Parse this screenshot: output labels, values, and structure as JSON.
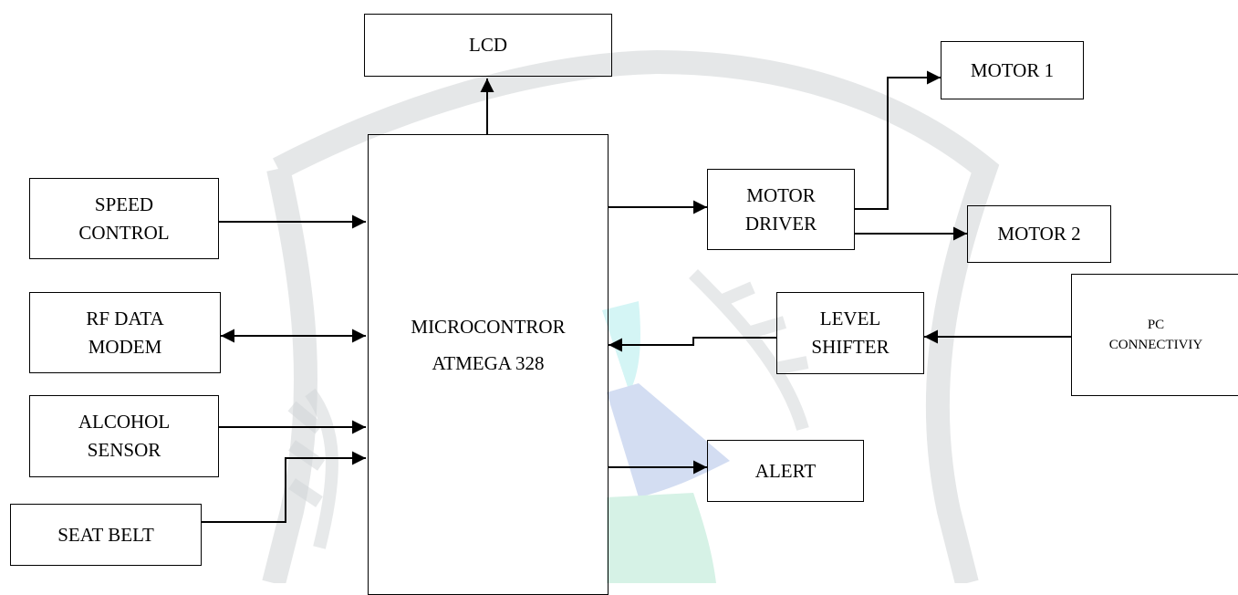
{
  "blocks": {
    "lcd": [
      "LCD"
    ],
    "motor1": [
      "MOTOR 1"
    ],
    "motor_driver": [
      "MOTOR",
      "DRIVER"
    ],
    "motor2": [
      "MOTOR 2"
    ],
    "speed_control": [
      "SPEED",
      "CONTROL"
    ],
    "rf_modem": [
      "RF DATA",
      "MODEM"
    ],
    "alcohol_sensor": [
      "ALCOHOL",
      "SENSOR"
    ],
    "seat_belt": [
      "SEAT BELT"
    ],
    "microcontroller": [
      "MICROCONTROR",
      "ATMEGA 328"
    ],
    "level_shifter": [
      "LEVEL",
      "SHIFTER"
    ],
    "pc_connectivity": [
      "PC",
      "CONNECTIVIY"
    ],
    "alert": [
      "ALERT"
    ]
  },
  "colors": {
    "line": "#000000",
    "watermark_gray": "#cfd3d6",
    "watermark_green": "#d6f2e6",
    "watermark_blue": "#d3ddf2",
    "watermark_cyan": "#d4f5f5"
  }
}
